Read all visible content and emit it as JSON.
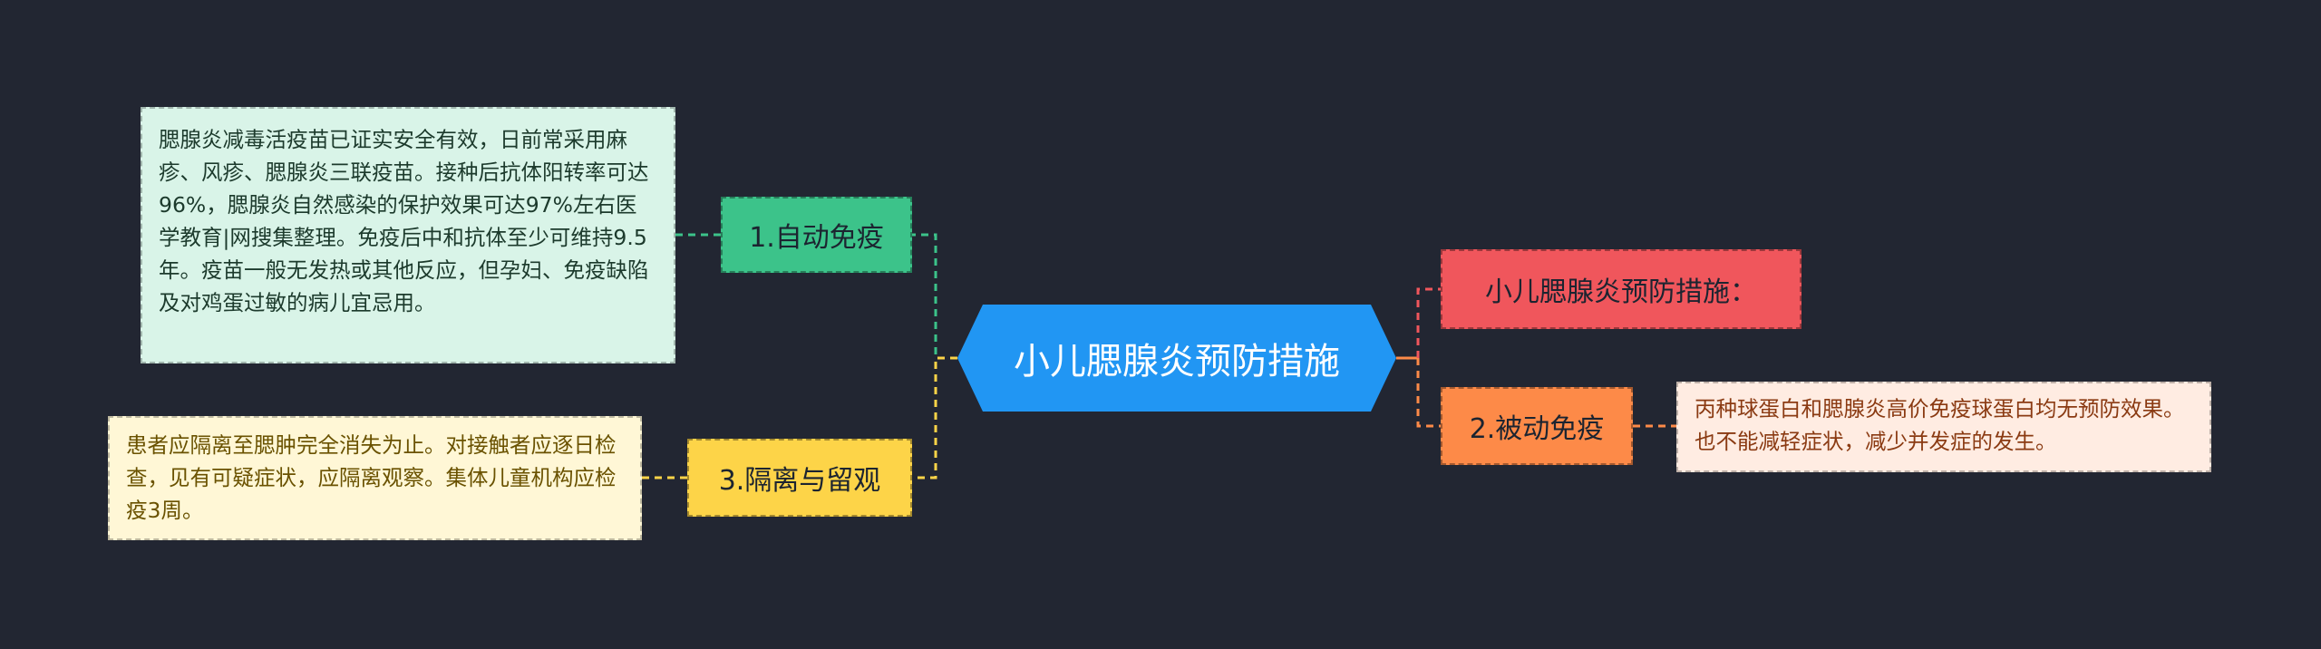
{
  "colors": {
    "background": "#222632",
    "center": "#2196F3",
    "green": "#3CC38A",
    "yellow": "#FDD448",
    "red": "#F0565C",
    "orange": "#FD8A48"
  },
  "center": {
    "label": "小儿腮腺炎预防措施"
  },
  "branches": {
    "active_immunity": {
      "label": "1.自动免疫",
      "detail": "腮腺炎减毒活疫苗已证实安全有效，日前常采用麻疹、风疹、腮腺炎三联疫苗。接种后抗体阳转率可达96%，腮腺炎自然感染的保护效果可达97%左右医学教育|网搜集整理。免疫后中和抗体至少可维持9.5年。疫苗一般无发热或其他反应，但孕妇、免疫缺陷及对鸡蛋过敏的病儿宜忌用。"
    },
    "isolation": {
      "label": "3.隔离与留观",
      "detail": "患者应隔离至腮肿完全消失为止。对接触者应逐日检查，见有可疑症状，应隔离观察。集体儿童机构应检疫3周。"
    },
    "title_node": {
      "label": "小儿腮腺炎预防措施："
    },
    "passive_immunity": {
      "label": "2.被动免疫",
      "detail": "丙种球蛋白和腮腺炎高价免疫球蛋白均无预防效果。也不能减轻症状，减少并发症的发生。"
    }
  }
}
